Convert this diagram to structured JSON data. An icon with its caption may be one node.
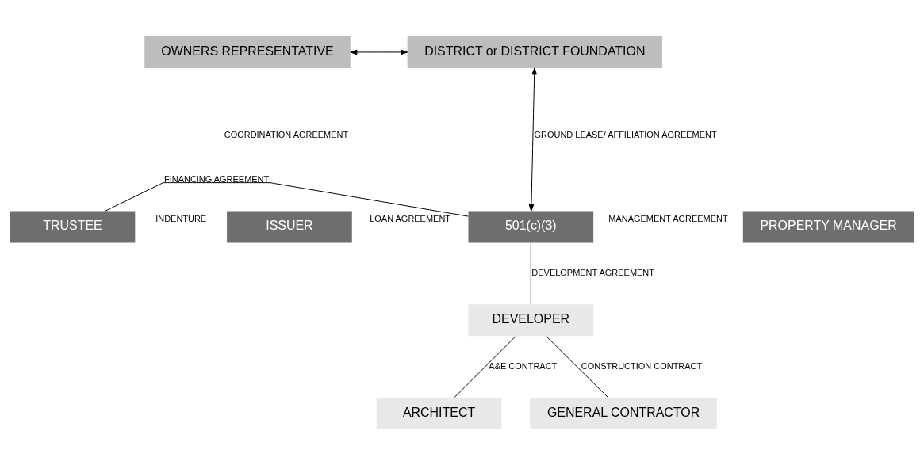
{
  "diagram": {
    "nodes": [
      {
        "text": [
          "OWNERS REPRESENTATIVE"
        ]
      },
      {
        "text": [
          "DISTRICT or DISTRICT FOUNDATION"
        ]
      },
      {
        "text": [
          "TRUSTEE"
        ]
      },
      {
        "text": [
          "ISSUER"
        ]
      },
      {
        "text": [
          "501(c)(3)"
        ]
      },
      {
        "text": [
          "PROPERTY MANAGER"
        ]
      },
      {
        "text": [
          "DEVELOPER"
        ]
      },
      {
        "text": [
          "ARCHITECT"
        ]
      },
      {
        "text": [
          "GENERAL CONTRACTOR"
        ]
      }
    ],
    "edges": [
      {
        "from": 0,
        "to": 1,
        "arrow": "both"
      },
      {
        "from": 1,
        "to": 4,
        "arrow": "both",
        "label": "GROUND LEASE/ AFFILIATION AGREEMENT"
      },
      {
        "from": 2,
        "to": 4,
        "arrow": "none",
        "label": "FINANCING AGREEMENT"
      },
      {
        "from": 2,
        "to": 3,
        "arrow": "none",
        "label": "INDENTURE"
      },
      {
        "from": 3,
        "to": 4,
        "arrow": "none",
        "label": "LOAN AGREEMENT"
      },
      {
        "from": 4,
        "to": 5,
        "arrow": "none",
        "label": "MANAGEMENT AGREEMENT"
      },
      {
        "from": 4,
        "to": 6,
        "arrow": "none",
        "label": "DEVELOPMENT AGREEMENT"
      },
      {
        "from": 6,
        "to": 7,
        "arrow": "none",
        "label": "A&E CONTRACT"
      },
      {
        "from": 6,
        "to": 8,
        "arrow": "none",
        "label": "CONSTRUCTION CONTRACT"
      }
    ],
    "labels": [
      "COORDINATION AGREEMENT"
    ]
  }
}
